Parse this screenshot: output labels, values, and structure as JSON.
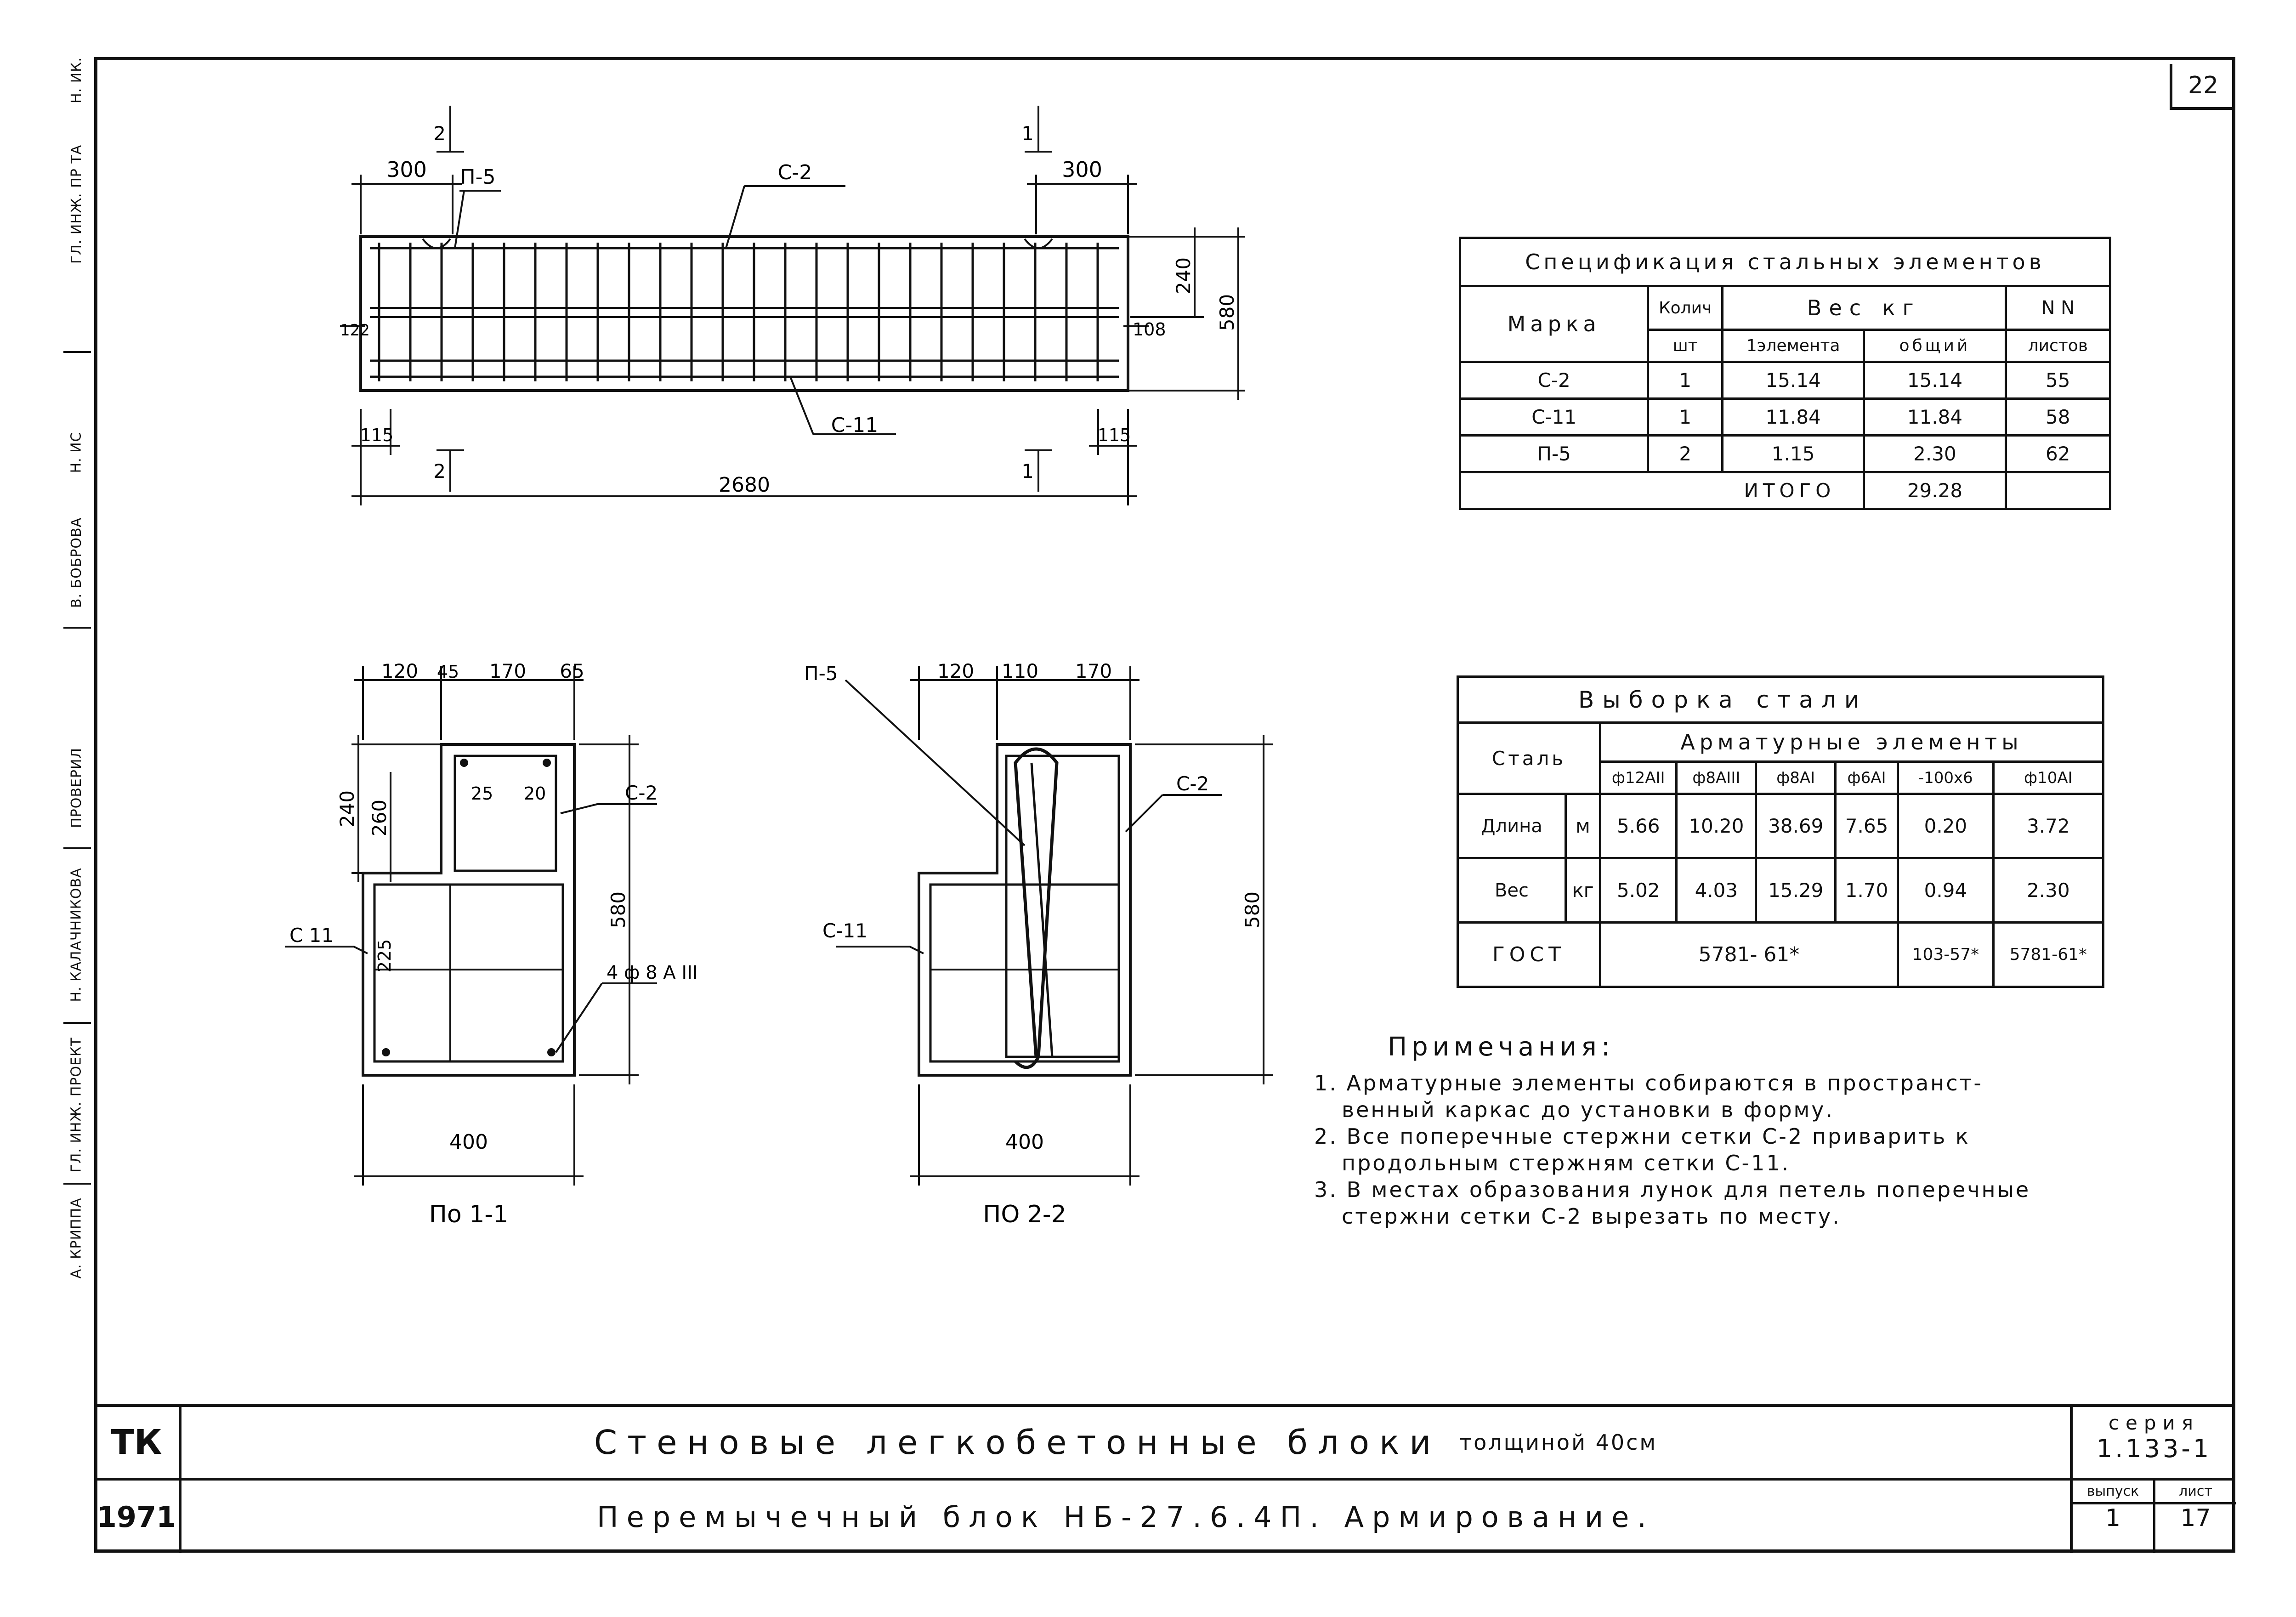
{
  "sheet_number": "22",
  "sidebar": {
    "items": [
      "ГЛ. ИНЖ. ПР ТА",
      "Н. ИК.",
      "Н. ИС",
      "В. БОБРОВА",
      "ПРОВЕРИЛ",
      "Н. КАЛАЧНИКОВА",
      "ГЛ. ИНЖ. ПРОЕКТ",
      "А. КРИППА"
    ]
  },
  "main_view": {
    "dims_top_left": "300",
    "dims_top_right": "300",
    "label_p5": "П-5",
    "label_c2": "С-2",
    "label_c11": "С-11",
    "dim_122": "122",
    "dim_108": "108",
    "dim_240": "240",
    "dim_580": "580",
    "dim_115_left": "115",
    "dim_115_right": "115",
    "dim_2680": "2680",
    "section_2": "2",
    "section_1": "1"
  },
  "section_1": {
    "dims_top": [
      "120",
      "45",
      "170",
      "65"
    ],
    "dim_240": "240",
    "dim_260": "260",
    "dim_25": "25",
    "dim_20": "20",
    "dim_225": "225",
    "dim_580": "580",
    "dim_400": "400",
    "label_c2": "С-2",
    "label_c11": "С 11",
    "label_rebar": "4 ф 8 А III",
    "caption": "По 1-1"
  },
  "section_2": {
    "dims_top": [
      "120",
      "110",
      "170"
    ],
    "dim_580": "580",
    "dim_400": "400",
    "label_p5": "П-5",
    "label_c2": "С-2",
    "label_c11": "С-11",
    "caption": "ПО 2-2"
  },
  "spec_table": {
    "title": "Спецификация стальных элементов",
    "headers": {
      "mark": "Марка",
      "qty": "Колич",
      "qty_unit": "шт",
      "weight": "Вес кг",
      "w_one": "1элемента",
      "w_total": "общий",
      "sheets": "N N",
      "sheets_unit": "листов"
    },
    "rows": [
      {
        "mark": "С-2",
        "qty": "1",
        "w_one": "15.14",
        "w_total": "15.14",
        "sheet": "55"
      },
      {
        "mark": "С-11",
        "qty": "1",
        "w_one": "11.84",
        "w_total": "11.84",
        "sheet": "58"
      },
      {
        "mark": "П-5",
        "qty": "2",
        "w_one": "1.15",
        "w_total": "2.30",
        "sheet": "62"
      }
    ],
    "total_label": "ИТОГО",
    "total_value": "29.28"
  },
  "steel_table": {
    "title": "Выборка стали",
    "col_steel": "Сталь",
    "group_header": "Арматурные элементы",
    "columns": [
      "ф12АII",
      "ф8АIII",
      "ф8АI",
      "ф6АI",
      "-100х6",
      "ф10АI"
    ],
    "rows": [
      {
        "label": "Длина",
        "unit": "м",
        "values": [
          "5.66",
          "10.20",
          "38.69",
          "7.65",
          "0.20",
          "3.72"
        ]
      },
      {
        "label": "Вес",
        "unit": "кг",
        "values": [
          "5.02",
          "4.03",
          "15.29",
          "1.70",
          "0.94",
          "2.30"
        ]
      }
    ],
    "gost_label": "ГОСТ",
    "gost_main": "5781- 61*",
    "gost_strip": "103-57*",
    "gost_last": "5781-61*"
  },
  "notes": {
    "heading": "Примечания:",
    "items": [
      "1. Арматурные элементы собираются в пространст-",
      "венный каркас до установки в форму.",
      "2. Все поперечные стержни сетки С-2 приварить к",
      "продольным стержням сетки С-11.",
      "3. В местах образования лунок для петель поперечные",
      "стержни сетки С-2 вырезать по месту."
    ]
  },
  "title_block": {
    "org": "ТК",
    "year": "1971",
    "title": "Стеновые легкобетонные блоки",
    "title_suffix": "толщиной 40см",
    "subtitle": "Перемычечный блок НБ-27.6.4П. Армирование.",
    "series_label": "серия",
    "series_value": "1.133-1",
    "issue_label": "выпуск",
    "issue_value": "1",
    "sheet_label": "лист",
    "sheet_value": "17"
  }
}
